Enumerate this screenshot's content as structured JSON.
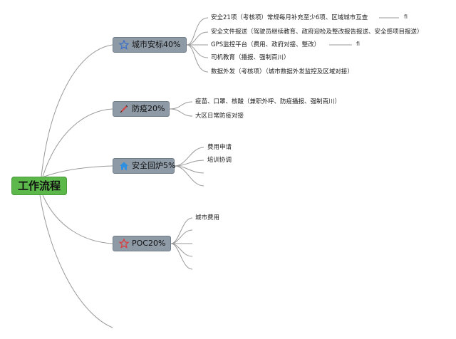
{
  "root": {
    "label": "工作流程"
  },
  "branches": [
    {
      "label": "城市安标40%",
      "icon": "star-outline-icon",
      "items": [
        "安全21项（考核项）常规每月补充至少6项、区域城市互查",
        "安全文件报送（驾驶员继续教育、政府迎检及整改报告报送、安全感项目报送）",
        "GPS监控平台（费用、政府对接、整改）",
        "司机教育（播报、强制百川）",
        "数据外发（考核项）（城市数据外发监控及区域对接）"
      ],
      "notes": [
        "fi",
        "fi"
      ]
    },
    {
      "label": "防疫20%",
      "icon": "syringe-icon",
      "items": [
        "疫苗、口罩、核酸（兼职外呼、防疫播报、强制百川）",
        "大区日常防疫对接"
      ]
    },
    {
      "label": "安全回炉5%",
      "icon": "home-icon",
      "items": [
        "费用申请",
        "培训协调"
      ]
    },
    {
      "label": "POC20%",
      "icon": "star-red-icon",
      "items": [
        "城市费用"
      ]
    }
  ],
  "colors": {
    "root_fill": "#5cb84a",
    "branch_fill": "#8e9aa6",
    "line": "#9a9a9a",
    "star_blue": "#3a6fc8",
    "star_red": "#d94040",
    "home_blue": "#2f8fe0"
  }
}
